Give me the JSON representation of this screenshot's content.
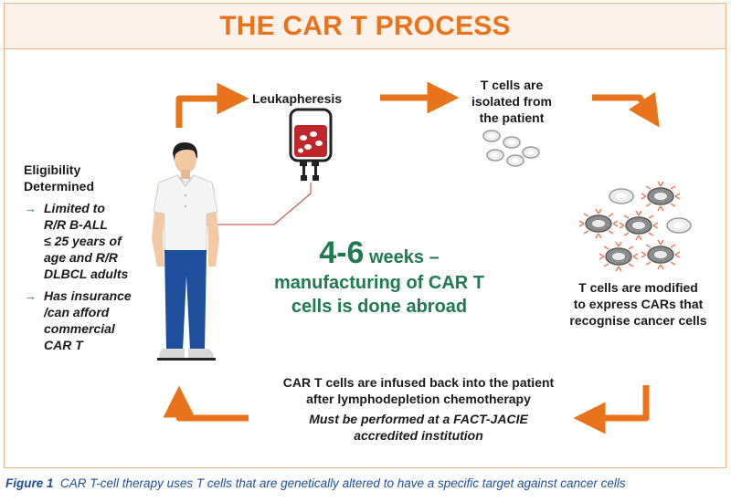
{
  "title": "THE CAR T PROCESS",
  "eligibility": {
    "heading_1": "Eligibility",
    "heading_2": "Determined",
    "bullet_1": [
      "Limited to",
      "R/R B-ALL",
      "≤ 25 years of",
      "age and R/R",
      "DLBCL adults"
    ],
    "bullet_2": [
      "Has insurance",
      "/can afford",
      "commercial",
      "CAR T"
    ]
  },
  "steps": {
    "leukapheresis": "Leukapheresis",
    "isolated": [
      "T cells are",
      "isolated from",
      "the patient"
    ],
    "modified": [
      "T cells are modified",
      "to express CARs that",
      "recognise cancer cells"
    ],
    "infused": [
      "CAR T cells are infused back into the patient",
      "after lymphodepletion chemotherapy"
    ],
    "must": [
      "Must be performed at a FACT-JACIE",
      "accredited institution"
    ]
  },
  "center": {
    "number": "4-6",
    "weeks": " weeks –",
    "line_2": "manufacturing of CAR T",
    "line_3": "cells is done abroad"
  },
  "caption": {
    "label": "Figure 1",
    "text": "CAR T-cell therapy uses T cells that are genetically altered to have a specific target against cancer cells"
  },
  "colors": {
    "accent": "#e8731a",
    "frame": "#f4b183",
    "title_band": "#fdf2ea",
    "center_text": "#1e7a52",
    "caption": "#1f4e9c",
    "bullet_arrow": "#2e8b57"
  },
  "icons": [
    "person-icon",
    "blood-bag-icon",
    "t-cell-icon",
    "car-t-cell-icon",
    "arrow-icon"
  ]
}
